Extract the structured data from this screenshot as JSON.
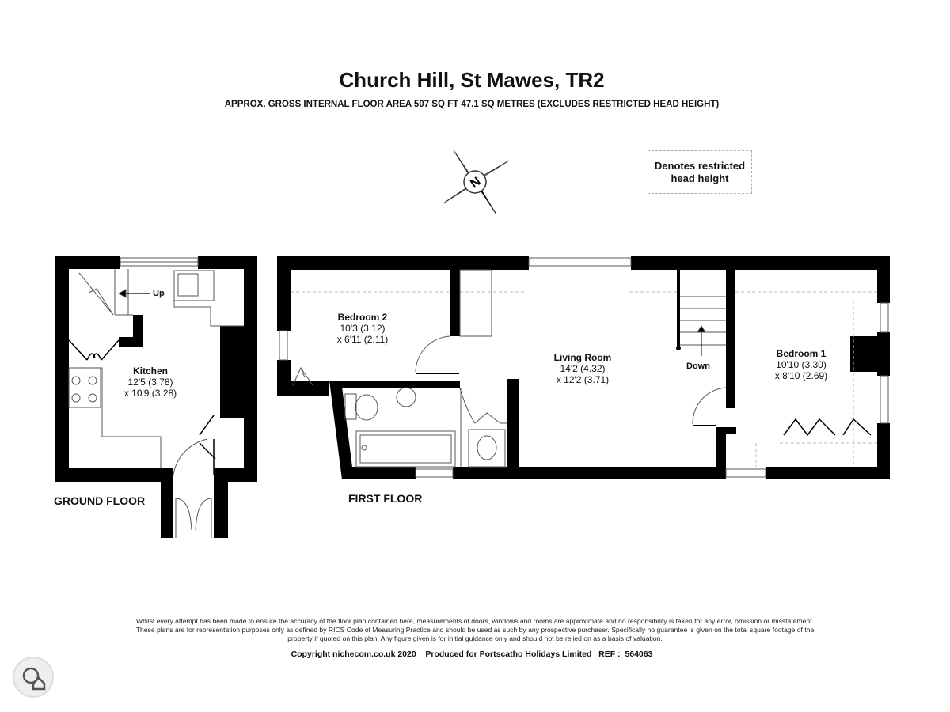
{
  "header": {
    "title": "Church Hill, St Mawes, TR2",
    "subtitle": "APPROX. GROSS INTERNAL FLOOR AREA 507 SQ FT 47.1 SQ METRES (EXCLUDES RESTRICTED HEAD HEIGHT)"
  },
  "compass": {
    "label": "N"
  },
  "legend": {
    "line1": "Denotes restricted",
    "line2": "head height"
  },
  "ground_floor": {
    "label": "GROUND FLOOR",
    "stairs_label": "Up",
    "rooms": [
      {
        "name": "Kitchen",
        "dim1": "12'5 (3.78)",
        "dim2": "x 10'9 (3.28)"
      }
    ]
  },
  "first_floor": {
    "label": "FIRST FLOOR",
    "stairs_label": "Down",
    "rooms": [
      {
        "name": "Bedroom 2",
        "dim1": "10'3 (3.12)",
        "dim2": "x 6'11 (2.11)"
      },
      {
        "name": "Living Room",
        "dim1": "14'2 (4.32)",
        "dim2": "x 12'2 (3.71)"
      },
      {
        "name": "Bedroom 1",
        "dim1": "10'10 (3.30)",
        "dim2": "x 8'10 (2.69)"
      }
    ]
  },
  "footer": {
    "disclaimer": "Whilst every attempt has been made to ensure the accuracy of the floor plan contained here, measurements of doors, windows and rooms are approximate and no responsibility is taken for any error, omission or misstatement. These plans are for representation purposes only as defined by RICS Code of Measuring Practice and should be used as such by any prospective purchaser. Specifically no guarantee is given on the total square footage of the property if quoted on this plan. Any figure given is for initial guidance only and should not be relied on as a basis of valuation.",
    "copyright": "Copyright nichecom.co.uk 2020    Produced for Portscatho Holidays Limited   REF :  564063"
  }
}
